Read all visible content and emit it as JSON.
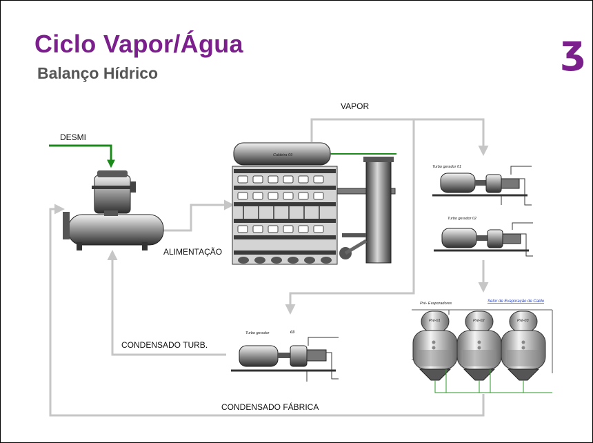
{
  "slide": {
    "title": "Ciclo Vapor/Água",
    "subtitle": "Balanço Hídrico",
    "logo_glyph": "ʒ",
    "brand_color": "#7a1f8c",
    "flow_line_color": "#c6c6c6",
    "desmi_line_color": "#1a8a1a"
  },
  "labels": {
    "vapor": "VAPOR",
    "desmi": "DESMI",
    "alimentacao": "ALIMENTAÇÃO",
    "condensado_turb": "CONDENSADO TURB.",
    "condensado_fabrica": "CONDENSADO FÁBRICA"
  },
  "equipment": {
    "caldeira_label": "Caldeira 09",
    "tg1_label": "Turbo gerador 01",
    "tg2_label": "Turbo gerador 02",
    "tg3_label": "Turbo gerador",
    "tg3_number": "03",
    "pre_evap_label": "Pré- Evaporadores",
    "setor_link": "Setor de Evaporação de Caldo",
    "evap1": "Pré-01",
    "evap2": "Pré-02",
    "evap3": "Pré-03"
  }
}
